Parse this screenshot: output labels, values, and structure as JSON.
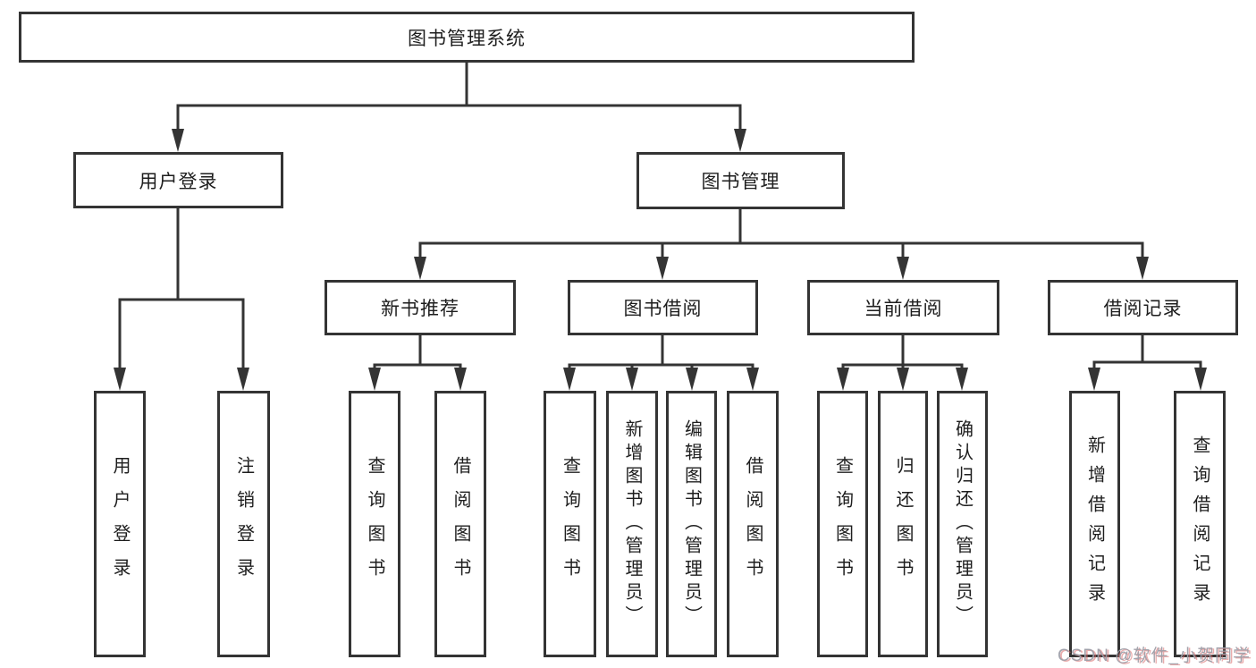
{
  "tree": {
    "root": "图书管理系统",
    "level2": [
      "用户登录",
      "图书管理"
    ],
    "level3": [
      "新书推荐",
      "图书借阅",
      "当前借阅",
      "借阅记录"
    ],
    "level4": {
      "user_login": [
        "用户登录",
        "注销登录"
      ],
      "new_book_rec": [
        "查询图书",
        "借阅图书"
      ],
      "book_borrow": [
        "查询图书",
        "新增图书（管理员）",
        "编辑图书（管理员）",
        "借阅图书"
      ],
      "current_borrow": [
        "查询图书",
        "归还图书",
        "确认归还（管理员）"
      ],
      "borrow_records": [
        "新增借阅记录",
        "查询借阅记录"
      ]
    }
  },
  "watermark": "CSDN @软件_小贺同学",
  "colors": {
    "line": "#343434",
    "text": "#1e1e1e",
    "background": "#ffffff",
    "watermark_gray": "#9e9ea8",
    "watermark_red": "#d86a6a"
  }
}
